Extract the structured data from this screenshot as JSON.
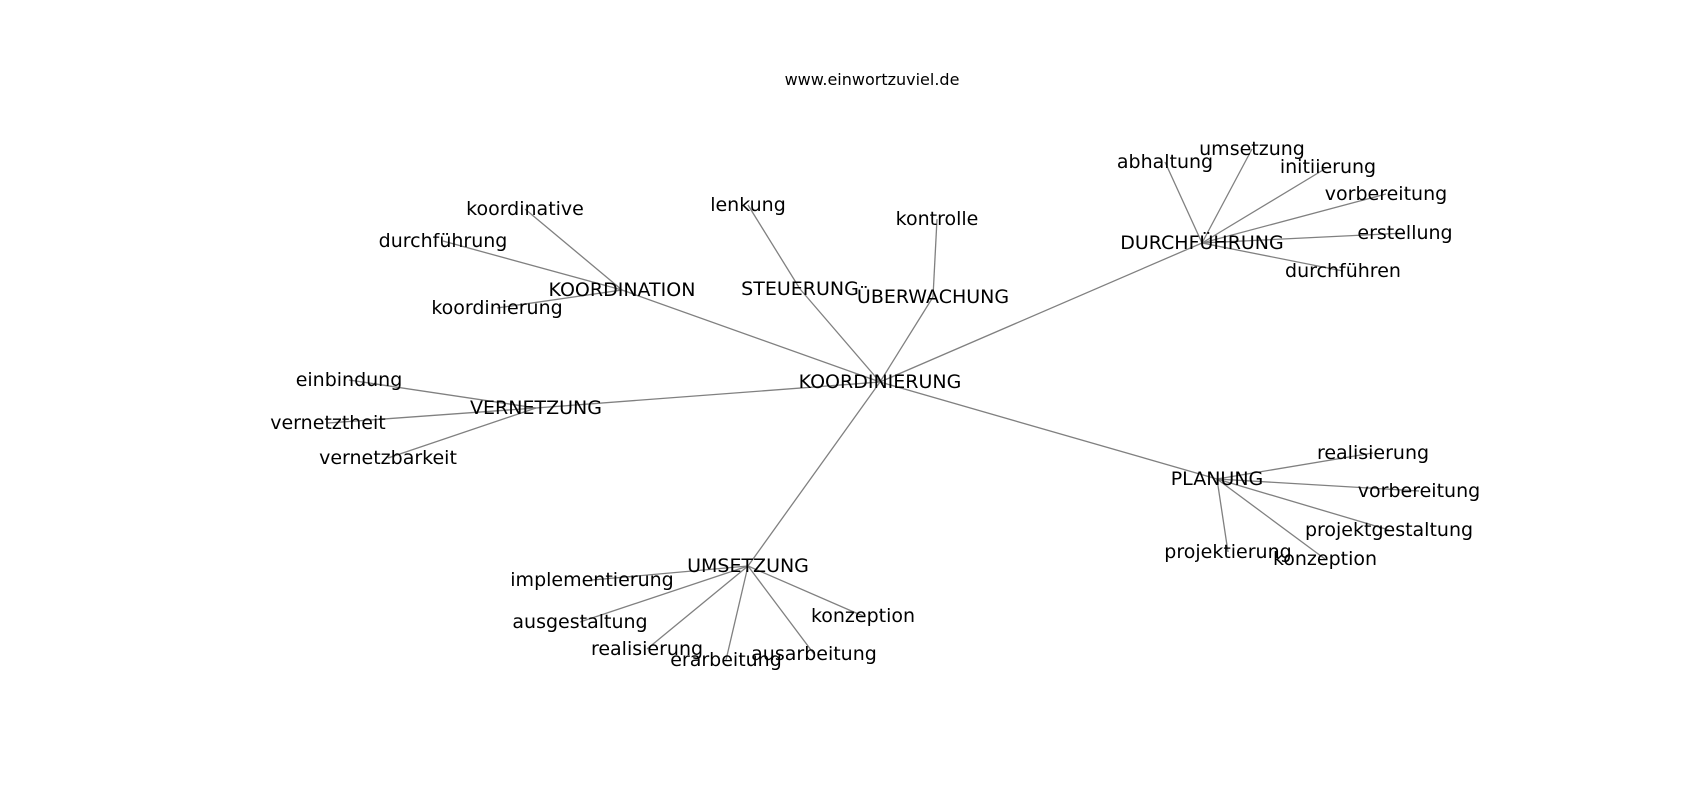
{
  "header": {
    "site": "www.einwortzuviel.de"
  },
  "graph": {
    "nodes": {
      "koordinierung": "KOORDINIERUNG",
      "koordination": "KOORDINATION",
      "steuerung": "STEUERUNG",
      "ueberwachung": "ÜBERWACHUNG",
      "durchfuehrung": "DURCHFÜHRUNG",
      "vernetzung": "VERNETZUNG",
      "planung": "PLANUNG",
      "umsetzung": "UMSETZUNG",
      "koordinative": "koordinative",
      "durchfuehrung_leaf": "durchführung",
      "koordinierung_leaf": "koordinierung",
      "lenkung": "lenkung",
      "kontrolle": "kontrolle",
      "abhaltung": "abhaltung",
      "umsetzung_leaf": "umsetzung",
      "initiierung": "initiierung",
      "vorbereitung_d": "vorbereitung",
      "erstellung": "erstellung",
      "durchfuehren": "durchführen",
      "einbindung": "einbindung",
      "vernetztheit": "vernetztheit",
      "vernetzbarkeit": "vernetzbarkeit",
      "realisierung_p": "realisierung",
      "vorbereitung_p": "vorbereitung",
      "projektgestaltung": "projektgestaltung",
      "konzeption_p": "konzeption",
      "projektierung": "projektierung",
      "implementierung": "implementierung",
      "ausgestaltung": "ausgestaltung",
      "realisierung_u": "realisierung",
      "erarbeitung": "erarbeitung",
      "ausarbeitung": "ausarbeitung",
      "konzeption_u": "konzeption"
    },
    "edges": [
      [
        "koordinierung",
        "koordination"
      ],
      [
        "koordinierung",
        "steuerung"
      ],
      [
        "koordinierung",
        "ueberwachung"
      ],
      [
        "koordinierung",
        "durchfuehrung"
      ],
      [
        "koordinierung",
        "vernetzung"
      ],
      [
        "koordinierung",
        "planung"
      ],
      [
        "koordinierung",
        "umsetzung"
      ],
      [
        "koordination",
        "koordinative"
      ],
      [
        "koordination",
        "durchfuehrung_leaf"
      ],
      [
        "koordination",
        "koordinierung_leaf"
      ],
      [
        "steuerung",
        "lenkung"
      ],
      [
        "ueberwachung",
        "kontrolle"
      ],
      [
        "durchfuehrung",
        "abhaltung"
      ],
      [
        "durchfuehrung",
        "umsetzung_leaf"
      ],
      [
        "durchfuehrung",
        "initiierung"
      ],
      [
        "durchfuehrung",
        "vorbereitung_d"
      ],
      [
        "durchfuehrung",
        "erstellung"
      ],
      [
        "durchfuehrung",
        "durchfuehren"
      ],
      [
        "vernetzung",
        "einbindung"
      ],
      [
        "vernetzung",
        "vernetztheit"
      ],
      [
        "vernetzung",
        "vernetzbarkeit"
      ],
      [
        "planung",
        "realisierung_p"
      ],
      [
        "planung",
        "vorbereitung_p"
      ],
      [
        "planung",
        "projektgestaltung"
      ],
      [
        "planung",
        "konzeption_p"
      ],
      [
        "planung",
        "projektierung"
      ],
      [
        "umsetzung",
        "implementierung"
      ],
      [
        "umsetzung",
        "ausgestaltung"
      ],
      [
        "umsetzung",
        "realisierung_u"
      ],
      [
        "umsetzung",
        "erarbeitung"
      ],
      [
        "umsetzung",
        "ausarbeitung"
      ],
      [
        "umsetzung",
        "konzeption_u"
      ]
    ]
  }
}
